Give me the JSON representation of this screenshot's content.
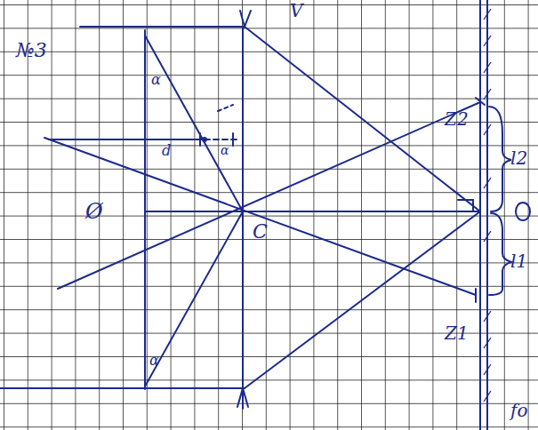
{
  "diagram": {
    "labels": [
      "№3",
      "C",
      "Z2",
      "Z1",
      "l2",
      "l1",
      "Ø",
      "α",
      "α",
      "d",
      "α",
      "V",
      "fo"
    ]
  }
}
